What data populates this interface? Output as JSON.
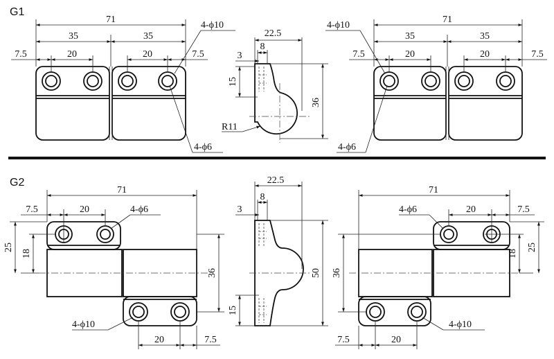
{
  "groups": {
    "g1": {
      "label": "G1"
    },
    "g2": {
      "label": "G2"
    }
  },
  "g1": {
    "left": {
      "overall": "71",
      "half_a": "35",
      "half_b": "35",
      "edge_left": "7.5",
      "pitch_a": "20",
      "pitch_b": "20",
      "edge_right": "7.5",
      "hole_large": "4-ϕ10",
      "hole_small": "4-ϕ6"
    },
    "side": {
      "width": "22.5",
      "flange": "8",
      "lip": "3",
      "slot": "15",
      "height": "36",
      "radius": "R11"
    },
    "right": {
      "overall": "71",
      "half_a": "35",
      "half_b": "35",
      "edge_left": "7.5",
      "pitch_a": "20",
      "pitch_b": "20",
      "edge_right": "7.5",
      "hole_large": "4-ϕ10",
      "hole_small": "4-ϕ6"
    }
  },
  "g2": {
    "left": {
      "overall": "71",
      "edge": "7.5",
      "pitch": "20",
      "hole_small": "4-ϕ6",
      "height_outer": "25",
      "height_inner": "18",
      "height_total": "36",
      "hole_large": "4-ϕ10",
      "pitch_bottom": "20",
      "edge_bottom": "7.5"
    },
    "side": {
      "width": "22.5",
      "flange": "8",
      "lip": "3",
      "height": "50",
      "slot": "15"
    },
    "right": {
      "overall": "71",
      "pitch": "20",
      "edge": "7.5",
      "hole_small": "4-ϕ6",
      "height_inner": "18",
      "height_outer": "25",
      "height_total": "36",
      "hole_large": "4-ϕ10",
      "edge_bottom": "7.5",
      "pitch_bottom": "20"
    }
  }
}
